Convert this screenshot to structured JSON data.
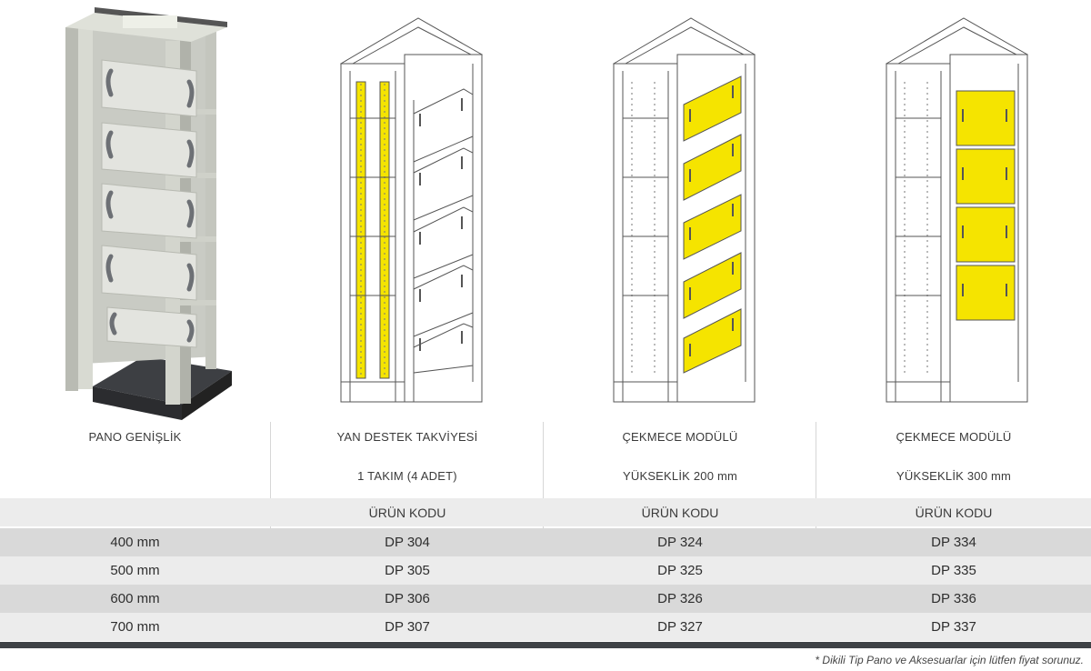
{
  "columns": [
    {
      "header": "PANO GENİŞLİK",
      "subheader": ""
    },
    {
      "header": "YAN DESTEK TAKVİYESİ",
      "subheader": "1 TAKIM (4 ADET)"
    },
    {
      "header": "ÇEKMECE MODÜLÜ",
      "subheader": "YÜKSEKLİK 200 mm"
    },
    {
      "header": "ÇEKMECE MODÜLÜ",
      "subheader": "YÜKSEKLİK 300 mm"
    }
  ],
  "code_label": "ÜRÜN KODU",
  "rows": [
    {
      "width": "400 mm",
      "c1": "DP 304",
      "c2": "DP 324",
      "c3": "DP 334"
    },
    {
      "width": "500 mm",
      "c1": "DP 305",
      "c2": "DP 325",
      "c3": "DP 335"
    },
    {
      "width": "600 mm",
      "c1": "DP 306",
      "c2": "DP 326",
      "c3": "DP 336"
    },
    {
      "width": "700 mm",
      "c1": "DP 307",
      "c2": "DP 327",
      "c3": "DP 337"
    }
  ],
  "footnote": "* Dikili Tip Pano ve Aksesuarlar için lütfen fiyat sorunuz.",
  "colors": {
    "highlight": "#f5e400",
    "row_shade": "#d9d9d9",
    "row_light": "#ececec",
    "bar": "#3f4347"
  }
}
